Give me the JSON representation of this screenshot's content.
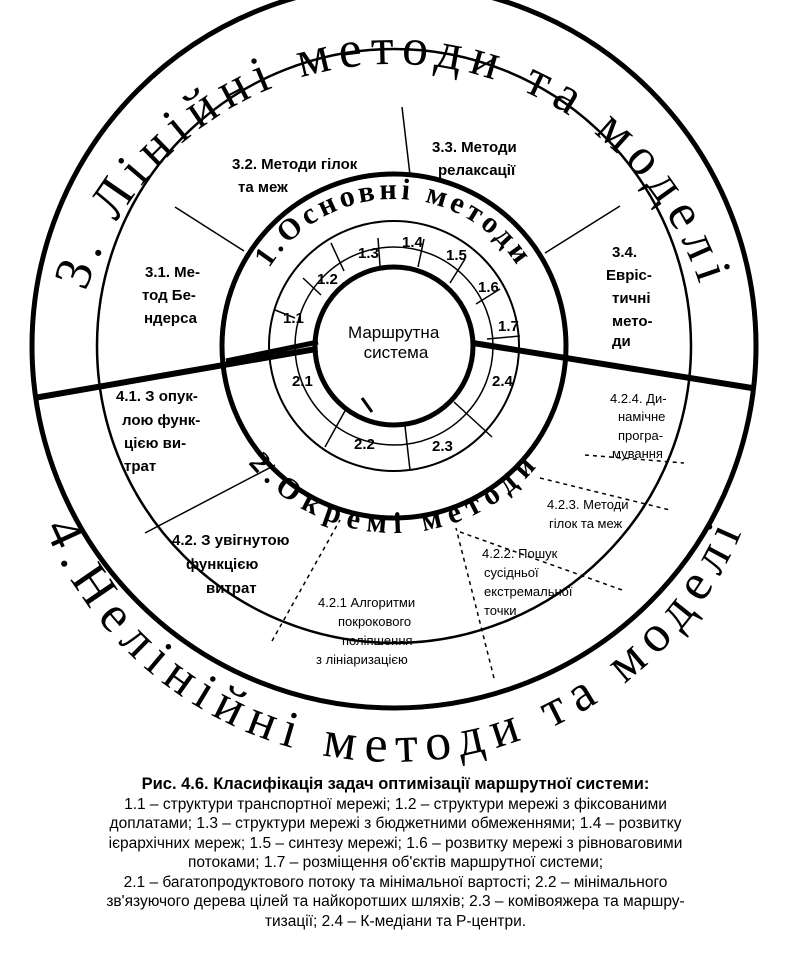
{
  "diagram": {
    "outer_top": "3. Лінійні методи та моделі",
    "outer_bottom": "4.Нелінійні методи та моделі",
    "mid_top": "1.Основні методи",
    "mid_bottom": "2.Окремі методи",
    "center": [
      "Маршрутна",
      "система"
    ],
    "inner_top_numbers": [
      "1.1",
      "1.2",
      "1.3",
      "1.4",
      "1.5",
      "1.6",
      "1.7"
    ],
    "inner_bottom_numbers": [
      "2.1",
      "2.2",
      "2.3",
      "2.4"
    ],
    "s3_1": [
      "3.1. Ме-",
      "тод Бе-",
      "ндерса"
    ],
    "s3_2": [
      "3.2. Методи гілок",
      "та меж"
    ],
    "s3_3": [
      "3.3. Методи",
      "релаксації"
    ],
    "s3_4": [
      "3.4.",
      "Евріс-",
      "тичні",
      "мето-",
      "ди"
    ],
    "s4_1": [
      "4.1. З опук-",
      "лою функ-",
      "цією ви-",
      "трат"
    ],
    "s4_2": [
      "4.2.  З увігнутою",
      "функцією",
      "витрат"
    ],
    "s4_2_1": [
      "4.2.1 Алгоритми",
      "покрокового",
      "поліпшення",
      "з лініаризацією"
    ],
    "s4_2_2": [
      "4.2.2.  Пошук",
      "сусідньої",
      "екстремальної",
      "точки"
    ],
    "s4_2_3": [
      "4.2.3.  Методи",
      "гілок  та меж"
    ],
    "s4_2_4": [
      "4.2.4. Ди-",
      "намічне",
      "програ-",
      "мування"
    ]
  },
  "caption": {
    "title": "Рис. 4.6. Класифікація задач оптимізації маршрутної системи:",
    "lines": [
      "1.1 – структури транспортної мережі; 1.2 – структури мережі з фіксованими",
      "доплатами; 1.3 – структури мережі з бюджетними обмеженнями; 1.4 – розвитку",
      "ієрархічних мереж; 1.5 – синтезу мережі; 1.6 – розвитку мережі з рівноваговими",
      "потоками; 1.7 – розміщення об'єктів маршрутної системи;",
      "2.1 – багатопродуктового потоку та мінімальної вартості; 2.2 – мінімального",
      "зв'язуючого дерева цілей та найкоротших шляхів; 2.3 – комівояжера та маршру-",
      "тизації; 2.4 – К-медіани та Р-центри."
    ]
  }
}
